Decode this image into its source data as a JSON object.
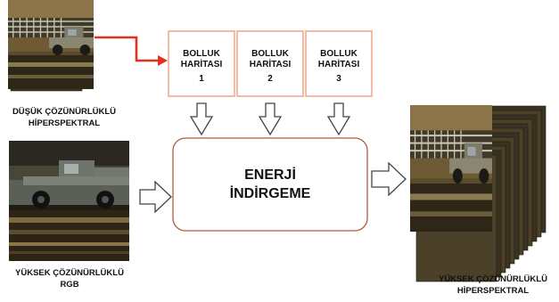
{
  "inputs": {
    "low_res": {
      "line1": "DÜŞÜK ÇÖZÜNÜRLÜKLÜ",
      "line2": "HİPERSPEKTRAL"
    },
    "rgb": {
      "line1": "YÜKSEK ÇÖZÜNÜRLÜKLÜ",
      "line2": "RGB"
    }
  },
  "abundance_maps": [
    {
      "line1": "BOLLUK",
      "line2": "HARİTASI",
      "line3": "1"
    },
    {
      "line1": "BOLLUK",
      "line2": "HARİTASI",
      "line3": "2"
    },
    {
      "line1": "BOLLUK",
      "line2": "HARİTASI",
      "line3": "3"
    }
  ],
  "energy": {
    "line1": "ENERJİ",
    "line2": "İNDİRGEME"
  },
  "output": {
    "line1": "YÜKSEK ÇÖZÜNÜRLÜKLÜ",
    "line2": "HİPERSPEKTRAL"
  },
  "colors": {
    "map_border": "#f2a98c",
    "energy_border": "#b35a3c",
    "link_arrow": "#e0301e"
  }
}
